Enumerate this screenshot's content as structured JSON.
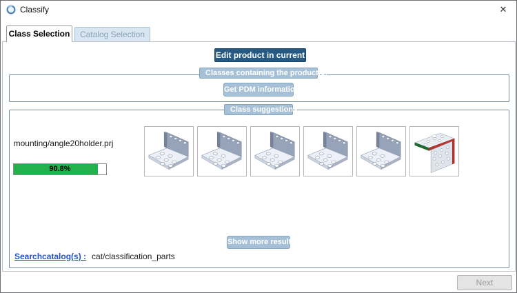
{
  "window": {
    "title": "Classify",
    "close_glyph": "✕"
  },
  "tabs": [
    {
      "label": "Class Selection",
      "active": true
    },
    {
      "label": "Catalog Selection",
      "active": false
    }
  ],
  "actions": {
    "edit_product": "Edit product in current class",
    "get_pdm": "Get PDM information",
    "show_more": "Show more results",
    "next": "Next"
  },
  "groups": {
    "classes_containing": "Classes containing the product(s)",
    "class_suggestions": "Class suggestions"
  },
  "suggestion": {
    "project": "mounting/angle20holder.prj",
    "confidence": "90.8%",
    "confidence_value": 90.8
  },
  "search_catalog": {
    "link_label": "Searchcatalog(s) :",
    "value": "cat/classification_parts"
  },
  "thumbnails": [
    {
      "label": "angle bracket suggestion 1",
      "variant": "gray"
    },
    {
      "label": "angle bracket suggestion 2",
      "variant": "gray"
    },
    {
      "label": "angle bracket suggestion 3",
      "variant": "gray"
    },
    {
      "label": "angle bracket suggestion 4",
      "variant": "gray"
    },
    {
      "label": "angle bracket suggestion 5",
      "variant": "gray"
    },
    {
      "label": "angle bracket suggestion 6 (oriented, colored edges)",
      "variant": "colored"
    }
  ],
  "colors": {
    "accent_dark_blue": "#265a82",
    "accent_light_blue": "#a6c1d7",
    "group_border": "#6e8ca8",
    "progress_green": "#22b14c",
    "link_blue": "#2053c5"
  }
}
